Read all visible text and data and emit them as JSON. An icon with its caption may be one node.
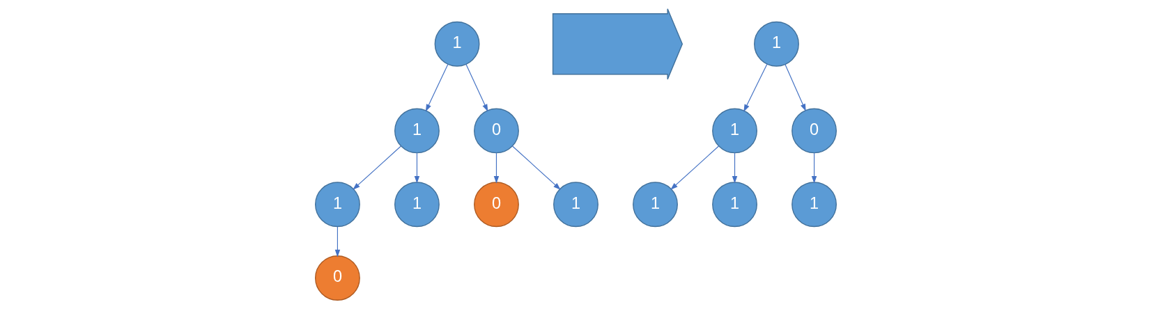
{
  "diagram": {
    "nodes": [
      {
        "text": [
          "1"
        ]
      },
      {
        "text": [
          "1"
        ]
      },
      {
        "text": [
          "0"
        ]
      },
      {
        "text": [
          "1"
        ]
      },
      {
        "text": [
          "1"
        ]
      },
      {
        "text": [
          "0"
        ]
      },
      {
        "text": [
          "1"
        ]
      },
      {
        "text": [
          "0"
        ]
      },
      {
        "text": [],
        "shape": "arrow"
      },
      {
        "text": [
          "1"
        ]
      },
      {
        "text": [
          "1"
        ]
      },
      {
        "text": [
          "0"
        ]
      },
      {
        "text": [
          "1"
        ]
      },
      {
        "text": [
          "1"
        ]
      },
      {
        "text": [
          "1"
        ]
      }
    ],
    "edges": [
      {
        "from": 0,
        "to": 1,
        "arrow": "to"
      },
      {
        "from": 0,
        "to": 2,
        "arrow": "to"
      },
      {
        "from": 1,
        "to": 3,
        "arrow": "to"
      },
      {
        "from": 1,
        "to": 4,
        "arrow": "to"
      },
      {
        "from": 2,
        "to": 5,
        "arrow": "to"
      },
      {
        "from": 2,
        "to": 6,
        "arrow": "to"
      },
      {
        "from": 3,
        "to": 7,
        "arrow": "to"
      },
      {
        "from": 9,
        "to": 10,
        "arrow": "to"
      },
      {
        "from": 9,
        "to": 11,
        "arrow": "to"
      },
      {
        "from": 10,
        "to": 12,
        "arrow": "to"
      },
      {
        "from": 10,
        "to": 13,
        "arrow": "to"
      },
      {
        "from": 11,
        "to": 14,
        "arrow": "to"
      }
    ]
  }
}
